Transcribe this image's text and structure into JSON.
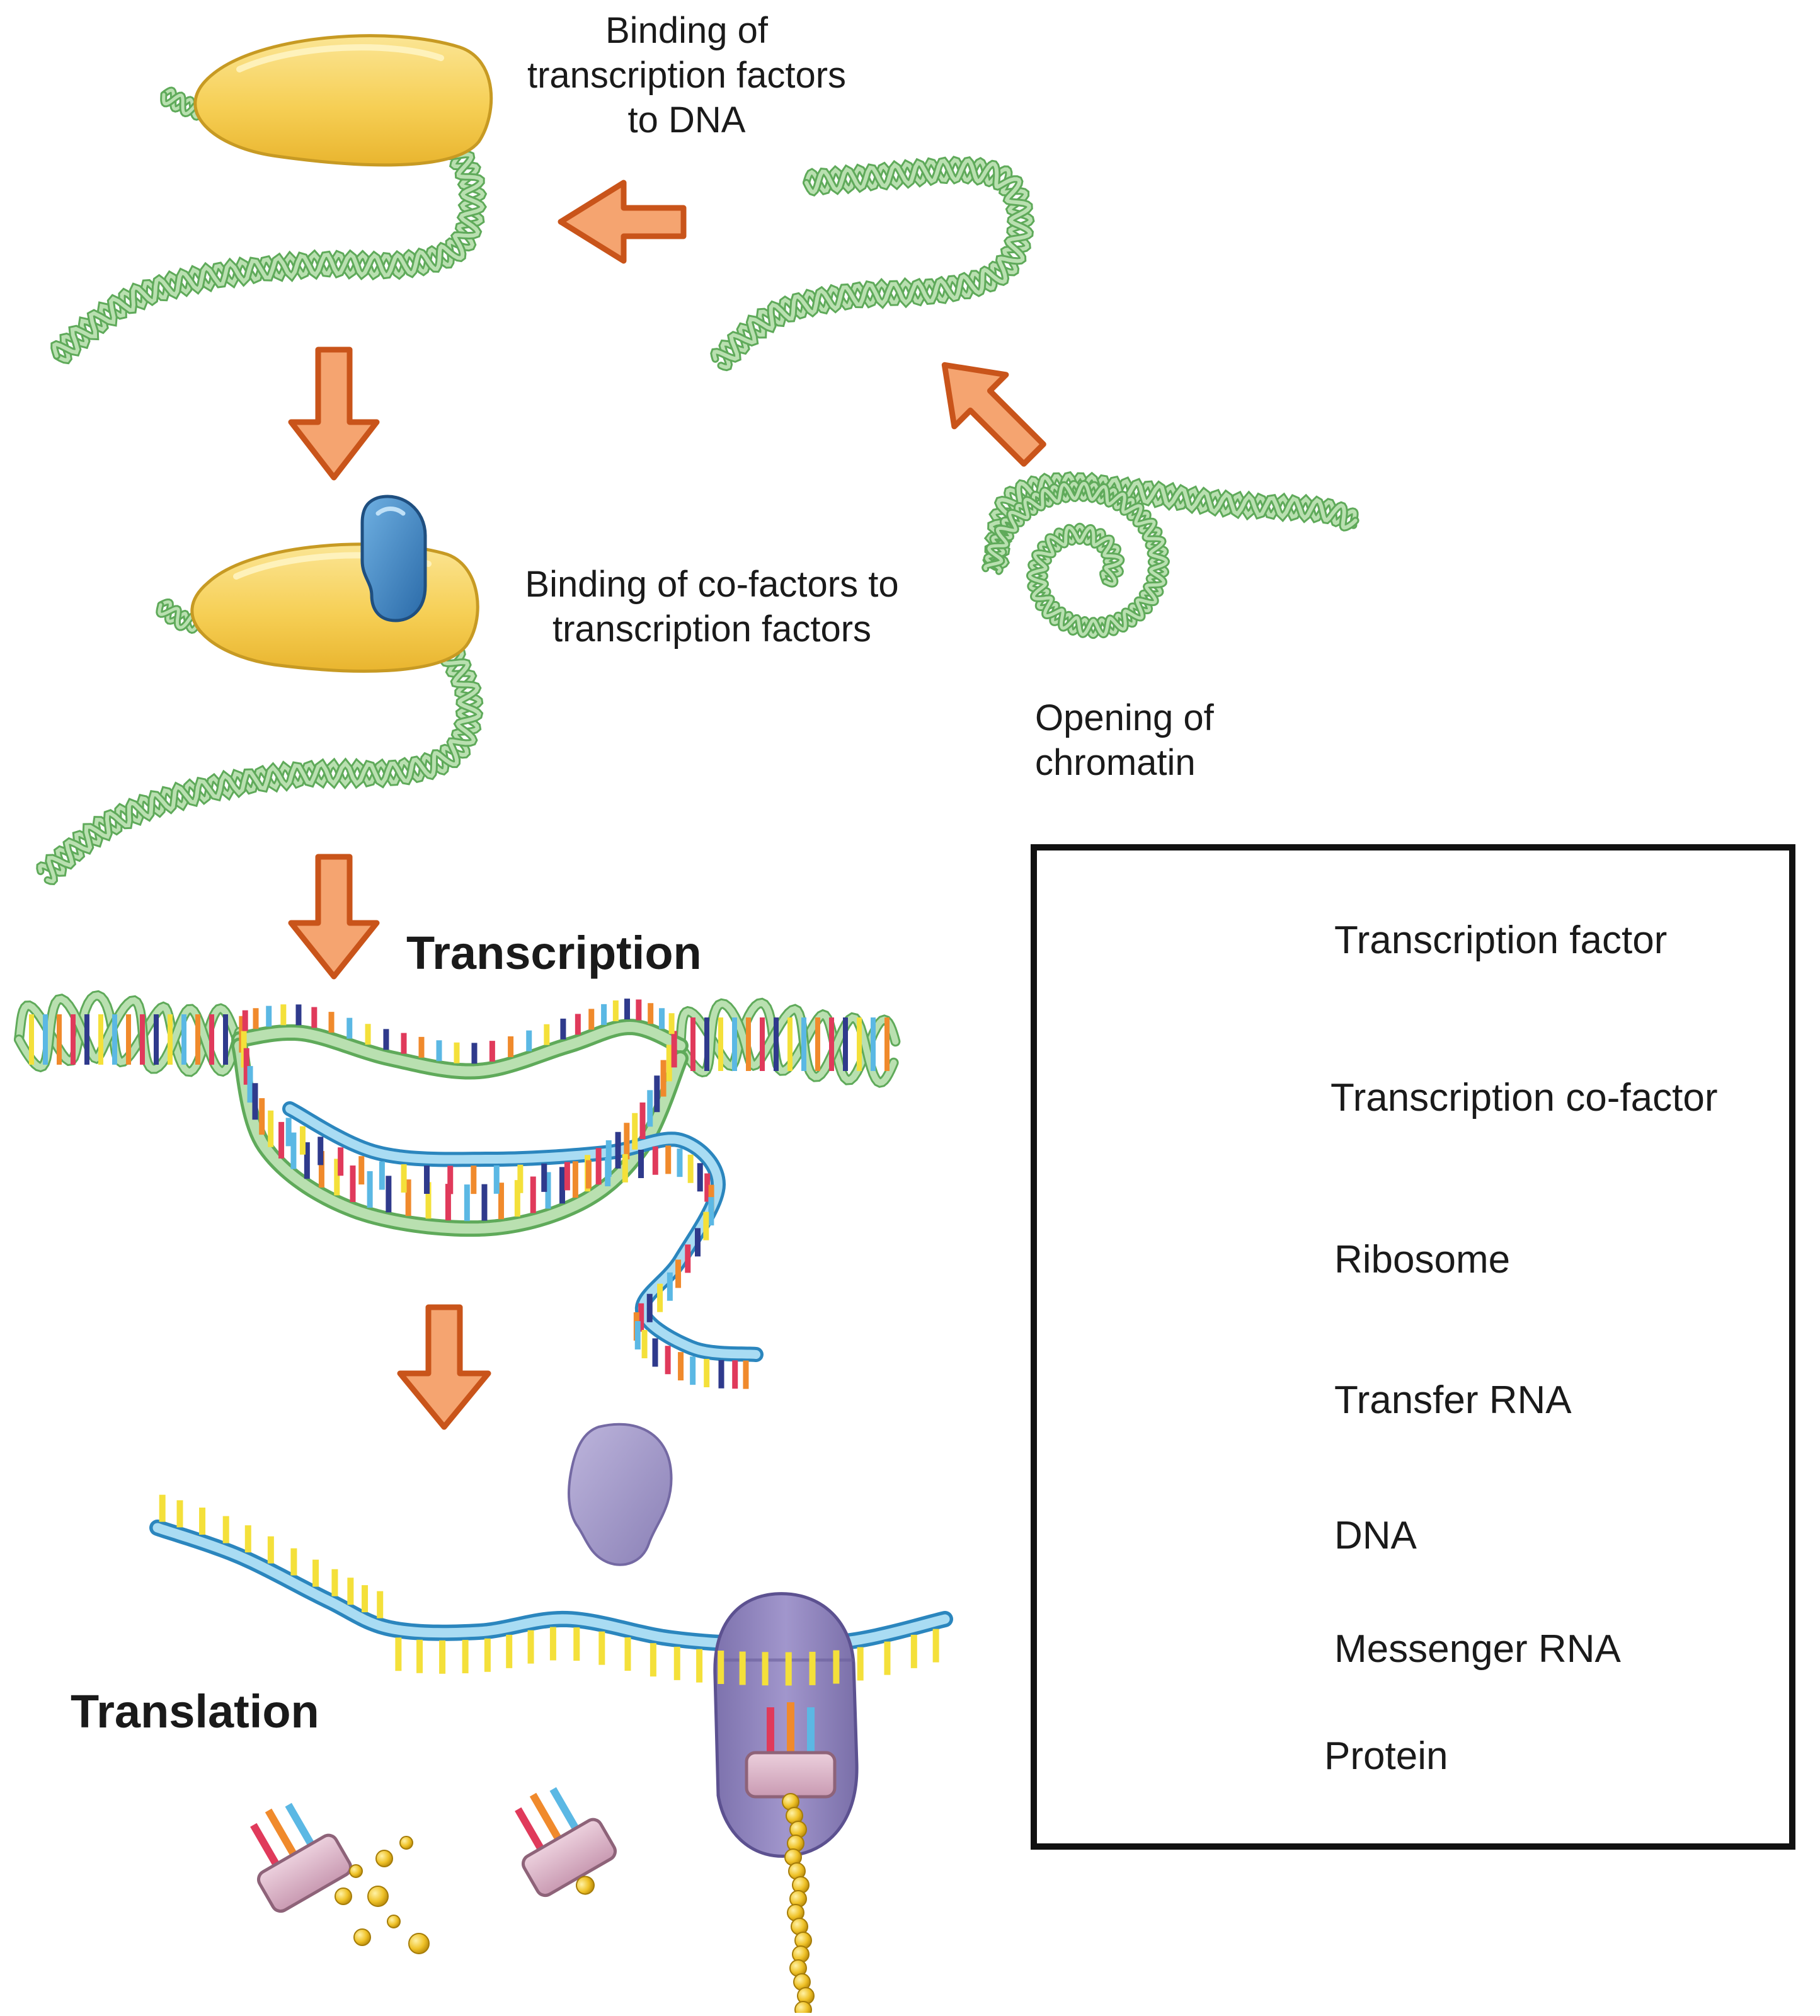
{
  "steps": {
    "tf_binding": [
      "Binding of",
      "transcription factors",
      "to DNA"
    ],
    "cofactor_binding": [
      "Binding of co-factors to",
      "transcription factors"
    ],
    "chromatin_opening": [
      "Opening of",
      "chromatin"
    ]
  },
  "headings": {
    "transcription": "Transcription",
    "translation": "Translation"
  },
  "legend": {
    "items": [
      {
        "icon": "transcription-factor-icon",
        "label": "Transcription factor"
      },
      {
        "icon": "co-factor-icon",
        "label": "Transcription co-factor"
      },
      {
        "icon": "ribosome-icon",
        "label": "Ribosome"
      },
      {
        "icon": "trna-icon",
        "label": "Transfer RNA"
      },
      {
        "icon": "dna-icon",
        "label": "DNA"
      },
      {
        "icon": "mrna-icon",
        "label": "Messenger RNA"
      },
      {
        "icon": "protein-icon",
        "label": "Protein"
      }
    ]
  },
  "colors": {
    "dna_green": "#5faa5a",
    "dna_light": "#b9e0b0",
    "mrna_blue": "#5bb8e4",
    "tf_yellow": "#f6cf55",
    "cofactor_blue": "#3b86c4",
    "ribosome_purple": "#9d93c2",
    "trna_pink": "#d9b3c7",
    "protein_gold": "#e8b81c",
    "arrow_orange": "#f5a470",
    "arrow_border": "#c9541a",
    "base_red": "#e03a5b",
    "base_navy": "#2f3a8c",
    "base_yellow": "#f4e03a",
    "base_orange": "#f08a2c"
  }
}
